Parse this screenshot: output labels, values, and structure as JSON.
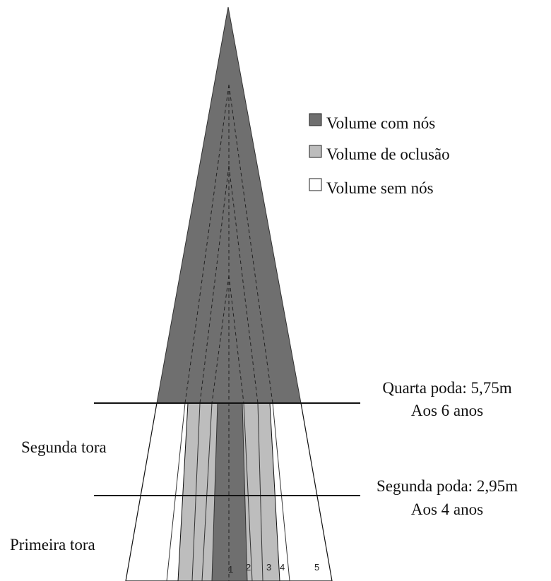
{
  "legend": {
    "items": [
      {
        "label": "Volume com nós",
        "color": "#6f6f6f"
      },
      {
        "label": "Volume de oclusão",
        "color": "#bdbdbd"
      },
      {
        "label": "Volume sem nós",
        "color": "#ffffff"
      }
    ]
  },
  "prunings": {
    "fourth": {
      "line1": "Quarta poda: 5,75m",
      "line2": "Aos 6 anos"
    },
    "second": {
      "line1": "Segunda poda: 2,95m",
      "line2": "Aos 4 anos"
    }
  },
  "logs": {
    "second": "Segunda tora",
    "first": "Primeira tora"
  },
  "ring_numbers": [
    "1",
    "2",
    "3",
    "4",
    "5"
  ],
  "colors": {
    "knotty": "#6f6f6f",
    "occlusion": "#bdbdbd",
    "clear": "#ffffff",
    "line": "#111111"
  }
}
